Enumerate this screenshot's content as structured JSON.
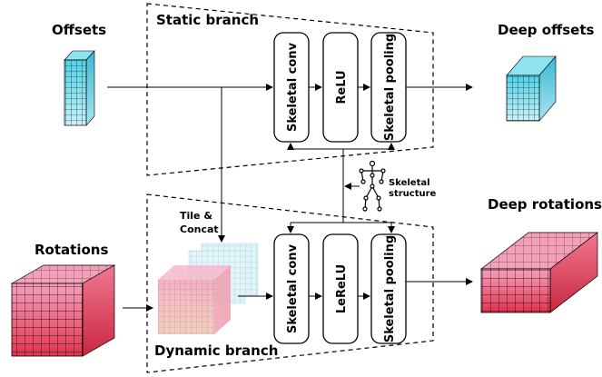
{
  "labels": {
    "offsets": "Offsets",
    "static_branch": "Static branch",
    "deep_offsets": "Deep offsets",
    "rotations": "Rotations",
    "dynamic_branch": "Dynamic branch",
    "deep_rotations": "Deep rotations",
    "tile_line1": "Tile &",
    "tile_line2": "Concat",
    "skeletal_line1": "Skeletal",
    "skeletal_line2": "structure"
  },
  "static_ops": [
    "Skeletal conv",
    "ReLU",
    "Skeletal pooling"
  ],
  "dynamic_ops": [
    "Skeletal conv",
    "LeReLU",
    "Skeletal pooling"
  ],
  "colors": {
    "blue_top": "#4fd1e8",
    "blue_bottom": "#bff0f7",
    "pink_top": "#f06080",
    "pink_bottom": "#f7b0c8",
    "red_front_top": "#f58aa8",
    "red_front_bottom": "#e03c5a"
  },
  "icons": [
    "skeleton-icon"
  ]
}
